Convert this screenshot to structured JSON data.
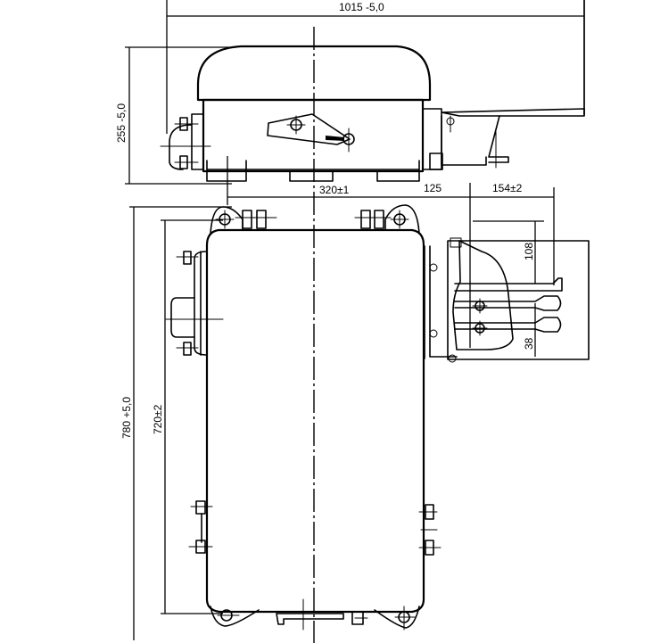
{
  "drawing": {
    "title": "Dimensioned outline drawing",
    "views": [
      "side-view",
      "top-view"
    ],
    "ink_color": "#000000",
    "paper_color": "#ffffff"
  },
  "dimensions": {
    "overall_length": "1015 -5,0",
    "side_view_height": "255 -5,0",
    "mounting_offset": "320±1",
    "terminal_offset": "125",
    "terminal_box_width": "154±2",
    "overall_width": "780 +5,0",
    "mounting_width": "720±2",
    "terminal_spacing_upper": "108",
    "terminal_spacing_lower": "38"
  }
}
